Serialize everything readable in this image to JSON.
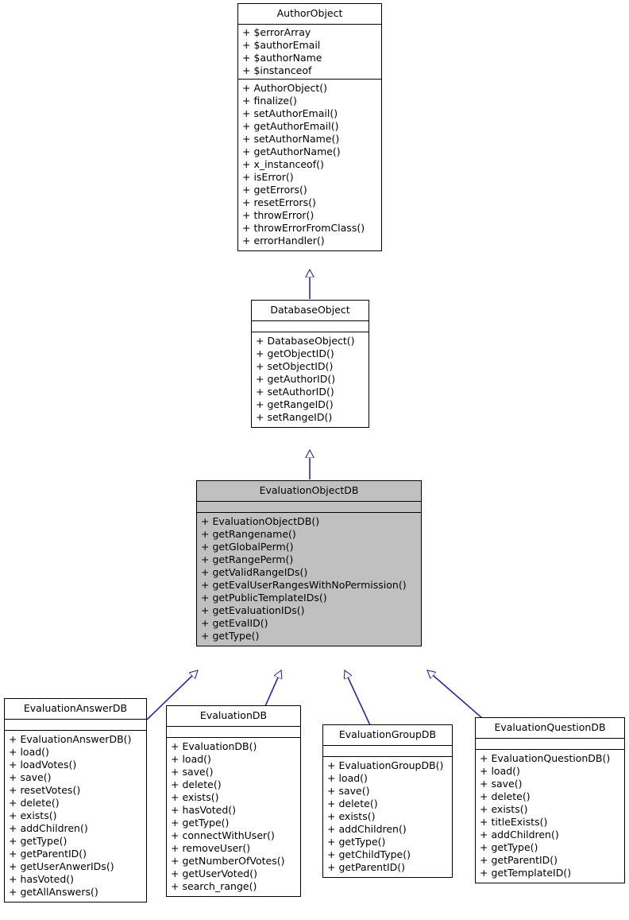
{
  "diagram": {
    "type": "uml-class-diagram",
    "title": "EvaluationObjectDB inheritance diagram",
    "relationship": "generalization",
    "colors": {
      "background": "#ffffff",
      "class_fill": "#ffffff",
      "highlight_fill": "#c0c0c0",
      "border": "#000000",
      "edge": "#2a2a8c",
      "text": "#000000"
    },
    "edges": [
      {
        "from": "DatabaseObject",
        "to": "AuthorObject",
        "kind": "generalization"
      },
      {
        "from": "EvaluationObjectDB",
        "to": "DatabaseObject",
        "kind": "generalization"
      },
      {
        "from": "EvaluationAnswerDB",
        "to": "EvaluationObjectDB",
        "kind": "generalization"
      },
      {
        "from": "EvaluationDB",
        "to": "EvaluationObjectDB",
        "kind": "generalization"
      },
      {
        "from": "EvaluationGroupDB",
        "to": "EvaluationObjectDB",
        "kind": "generalization"
      },
      {
        "from": "EvaluationQuestionDB",
        "to": "EvaluationObjectDB",
        "kind": "generalization"
      }
    ]
  },
  "classes": {
    "author_object": {
      "name": "AuthorObject",
      "highlighted": false,
      "attributes": [
        "+ $errorArray",
        "+ $authorEmail",
        "+ $authorName",
        "+ $instanceof"
      ],
      "operations": [
        "+ AuthorObject()",
        "+ finalize()",
        "+ setAuthorEmail()",
        "+ getAuthorEmail()",
        "+ setAuthorName()",
        "+ getAuthorName()",
        "+ x_instanceof()",
        "+ isError()",
        "+ getErrors()",
        "+ resetErrors()",
        "+ throwError()",
        "+ throwErrorFromClass()",
        "+ errorHandler()"
      ]
    },
    "database_object": {
      "name": "DatabaseObject",
      "highlighted": false,
      "attributes": [],
      "operations": [
        "+ DatabaseObject()",
        "+ getObjectID()",
        "+ setObjectID()",
        "+ getAuthorID()",
        "+ setAuthorID()",
        "+ getRangeID()",
        "+ setRangeID()"
      ]
    },
    "evaluation_object_db": {
      "name": "EvaluationObjectDB",
      "highlighted": true,
      "attributes": [],
      "operations": [
        "+ EvaluationObjectDB()",
        "+ getRangename()",
        "+ getGlobalPerm()",
        "+ getRangePerm()",
        "+ getValidRangeIDs()",
        "+ getEvalUserRangesWithNoPermission()",
        "+ getPublicTemplateIDs()",
        "+ getEvaluationIDs()",
        "+ getEvalID()",
        "+ getType()"
      ]
    },
    "evaluation_answer_db": {
      "name": "EvaluationAnswerDB",
      "highlighted": false,
      "attributes": [],
      "operations": [
        "+ EvaluationAnswerDB()",
        "+ load()",
        "+ loadVotes()",
        "+ save()",
        "+ resetVotes()",
        "+ delete()",
        "+ exists()",
        "+ addChildren()",
        "+ getType()",
        "+ getParentID()",
        "+ getUserAnwerIDs()",
        "+ hasVoted()",
        "+ getAllAnswers()"
      ]
    },
    "evaluation_db": {
      "name": "EvaluationDB",
      "highlighted": false,
      "attributes": [],
      "operations": [
        "+ EvaluationDB()",
        "+ load()",
        "+ save()",
        "+ delete()",
        "+ exists()",
        "+ hasVoted()",
        "+ getType()",
        "+ connectWithUser()",
        "+ removeUser()",
        "+ getNumberOfVotes()",
        "+ getUserVoted()",
        "+ search_range()"
      ]
    },
    "evaluation_group_db": {
      "name": "EvaluationGroupDB",
      "highlighted": false,
      "attributes": [],
      "operations": [
        "+ EvaluationGroupDB()",
        "+ load()",
        "+ save()",
        "+ delete()",
        "+ exists()",
        "+ addChildren()",
        "+ getType()",
        "+ getChildType()",
        "+ getParentID()"
      ]
    },
    "evaluation_question_db": {
      "name": "EvaluationQuestionDB",
      "highlighted": false,
      "attributes": [],
      "operations": [
        "+ EvaluationQuestionDB()",
        "+ load()",
        "+ save()",
        "+ delete()",
        "+ exists()",
        "+ titleExists()",
        "+ addChildren()",
        "+ getType()",
        "+ getParentID()",
        "+ getTemplateID()"
      ]
    }
  }
}
